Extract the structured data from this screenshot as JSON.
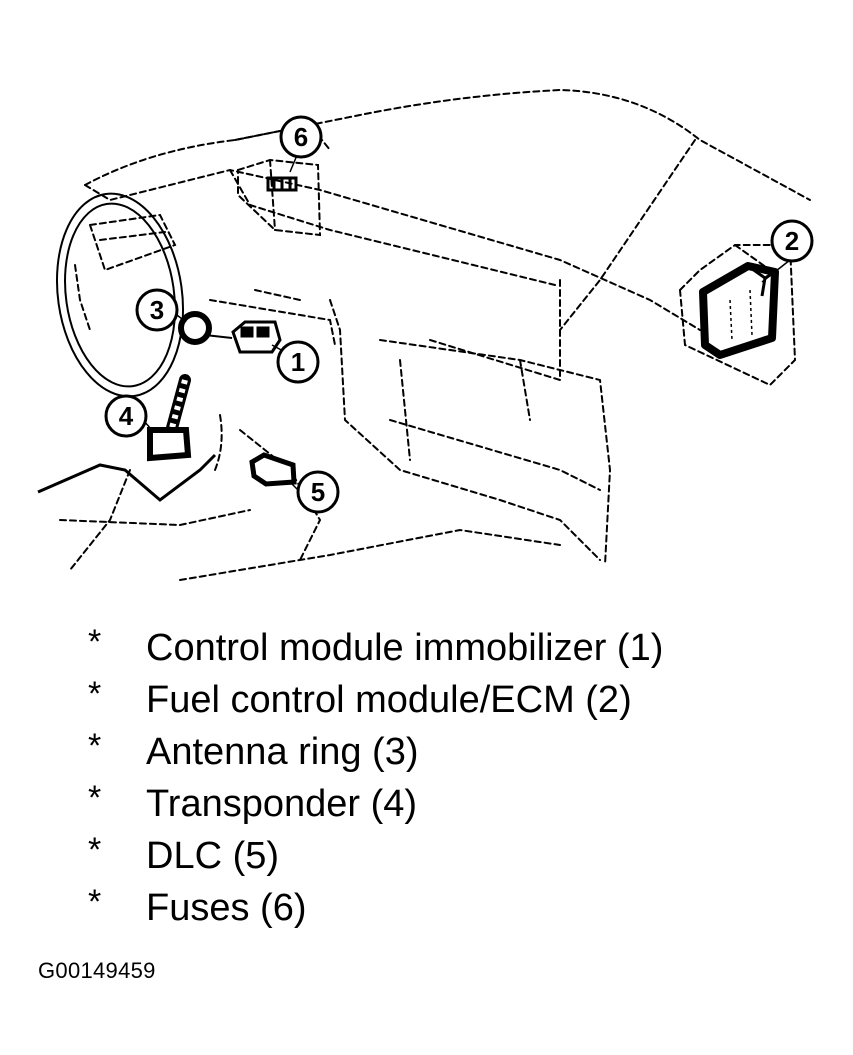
{
  "diagram": {
    "callouts": [
      {
        "id": "1",
        "label": "1"
      },
      {
        "id": "2",
        "label": "2"
      },
      {
        "id": "3",
        "label": "3"
      },
      {
        "id": "4",
        "label": "4"
      },
      {
        "id": "5",
        "label": "5"
      },
      {
        "id": "6",
        "label": "6"
      }
    ]
  },
  "legend": {
    "bullet": "*",
    "items": [
      {
        "label": "Control module immobilizer (1)"
      },
      {
        "label": "Fuel control module/ECM (2)"
      },
      {
        "label": "Antenna ring (3)"
      },
      {
        "label": "Transponder (4)"
      },
      {
        "label": "DLC (5)"
      },
      {
        "label": "Fuses (6)"
      }
    ]
  },
  "figure_id": "G00149459"
}
